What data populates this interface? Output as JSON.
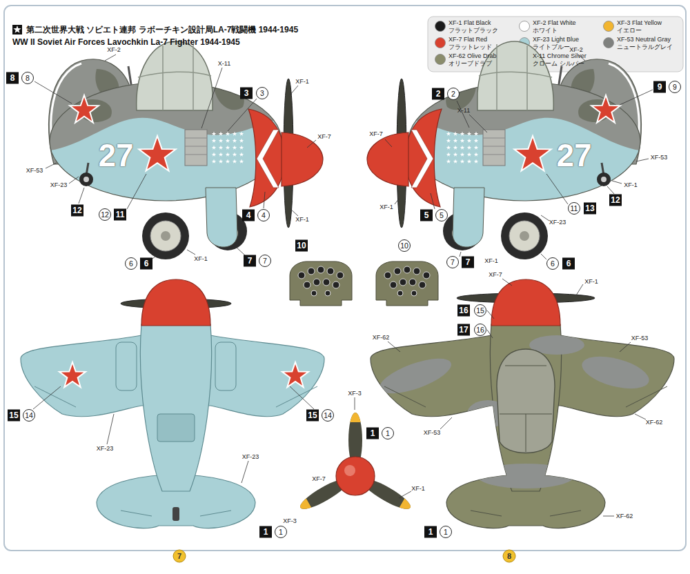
{
  "diagram": {
    "title": "第二次世界大戦 ソビエト連邦 ラボーチキン設計局LA-7戦闘機 1944-1945",
    "labels": [
      "WW II Soviet Air Forces Lavochkin La-7 Fighter 1944-1945",
      "8",
      "8",
      "XF-2",
      "X-11",
      "3",
      "3",
      "XF-1",
      "XF-7",
      "27",
      "XF-53",
      "XF-23",
      "12",
      "12",
      "11",
      "4",
      "4",
      "XF-1",
      "6",
      "6",
      "XF-1",
      "7",
      "7",
      "2",
      "2",
      "X-11",
      "XF-2",
      "9",
      "9",
      "XF-7",
      "27",
      "XF-53",
      "XF-1",
      "5",
      "5",
      "11",
      "13",
      "12",
      "XF-1",
      "XF-23",
      "7",
      "7",
      "XF-1",
      "6",
      "6",
      "10",
      "10",
      "15",
      "14",
      "15",
      "14",
      "XF-23",
      "XF-23",
      "XF-3",
      "1",
      "1",
      "XF-7",
      "XF-1",
      "XF-3",
      "1",
      "1",
      "1",
      "1",
      "XF-7",
      "XF-1",
      "16",
      "15",
      "17",
      "16",
      "XF-62",
      "XF-53",
      "XF-62",
      "XF-53",
      "XF-62",
      "7",
      "8"
    ],
    "legend": [
      {
        "text": "XF-1 Flat Black フラットブラック",
        "color": "#1b1b1b"
      },
      {
        "text": "XF-2 Flat White ホワイト",
        "color": "#ffffff"
      },
      {
        "text": "XF-3 Flat Yellow イエロー",
        "color": "#f2b530"
      },
      {
        "text": "XF-7 Flat Red フラットレッド",
        "color": "#d8412f"
      },
      {
        "text": "XF-23 Light Blue ライトブルー",
        "color": "#a9d1d6"
      },
      {
        "text": "XF-53 Neutral Gray ニュートラルグレイ",
        "color": "#7f817e"
      },
      {
        "text": "XF-62 Olive Drab オリーブドラブ",
        "color": "#8a8c6c"
      },
      {
        "text": "X-11 Chrome Silver クローム シルバー",
        "color": "#c4c4c4"
      }
    ]
  }
}
